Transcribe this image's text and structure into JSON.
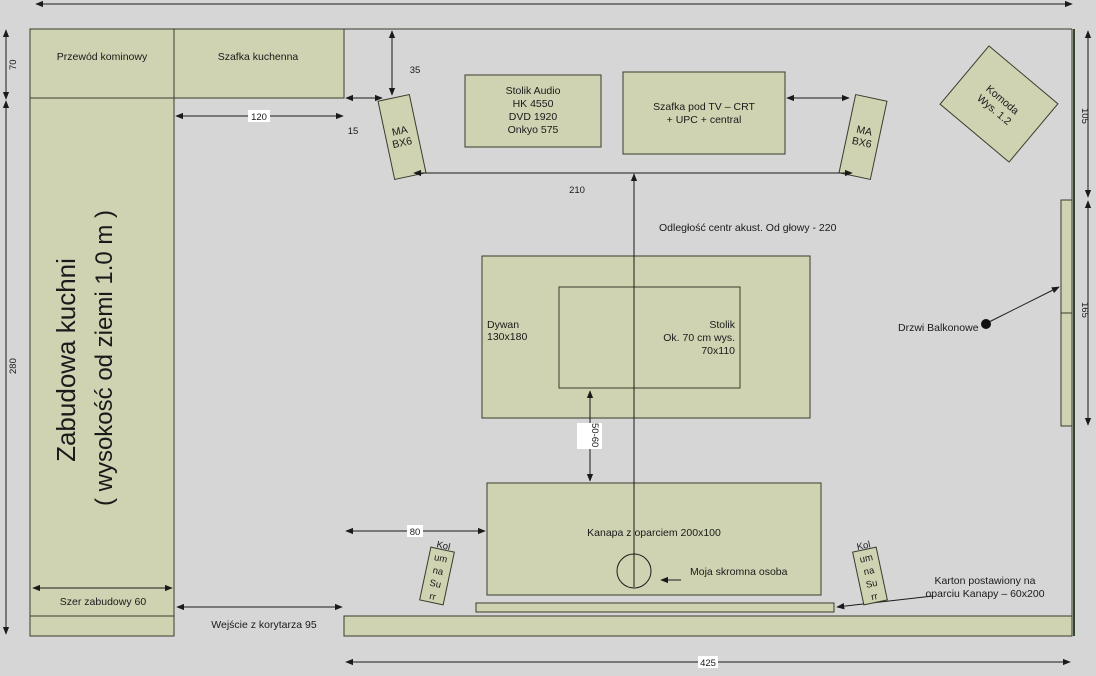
{
  "colors": {
    "background": "#d6d6d6",
    "furniture": "#cfd3b2",
    "outline": "#3b3b2c",
    "dimension": "#1a1a1a"
  },
  "walls": {
    "top_dim": "",
    "left_top": "70",
    "left_main": "280",
    "right_top": "105",
    "right_window": "165",
    "bottom": "425"
  },
  "items": {
    "chimney": "Przewód kominowy",
    "kitchen_cabinet": "Szafka kuchenna",
    "kitchen_build_line1": "Zabudowa kuchni",
    "kitchen_build_line2": "( wysokość od ziemi 1.0 m )",
    "kitchen_width": "Szer zabudowy 60",
    "entrance": "Wejście z korytarza 95",
    "audio_l1": "Stolik Audio",
    "audio_l2": "HK 4550",
    "audio_l3": "DVD 1920",
    "audio_l4": "Onkyo 575",
    "tv_l1": "Szafka pod TV – CRT",
    "tv_l2": "+ UPC + central",
    "speaker_l1": "MA",
    "speaker_l2": "BX6",
    "dresser_l1": "Komoda",
    "dresser_l2": "Wys. 1.2",
    "carpet_l1": "Dywan",
    "carpet_l2": "130x180",
    "table_l1": "Stolik",
    "table_l2": "Ok. 70 cm wys.",
    "table_l3": "70x110",
    "sofa": "Kanapa z oparciem 200x100",
    "me": "Moja skromna osoba",
    "balcony": "Drzwi Balkonowe",
    "box_l1": "Karton postawiony na",
    "box_l2": "oparciu Kanapy – 60x200",
    "center_dist": "Odległość centr akust. Od głowy - 220",
    "surround": [
      "Kol",
      "um",
      "na",
      "Su",
      "rr"
    ]
  },
  "dims": {
    "d35": "35",
    "d120": "120",
    "d15": "15",
    "d210": "210",
    "d50_60": "50-60",
    "d80": "80"
  }
}
